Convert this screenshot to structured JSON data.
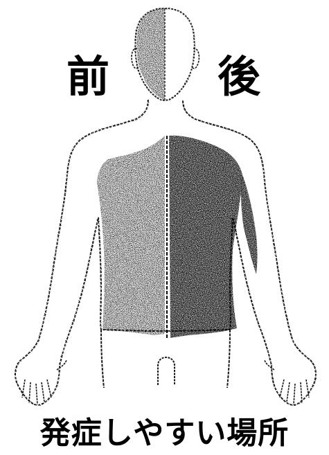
{
  "labels": {
    "front": "前",
    "back": "後"
  },
  "caption": "発症しやすい場所",
  "colors": {
    "outline": "#1a1a1a",
    "shading": "#2b2b2b",
    "background": "#ffffff",
    "text": "#000000"
  }
}
